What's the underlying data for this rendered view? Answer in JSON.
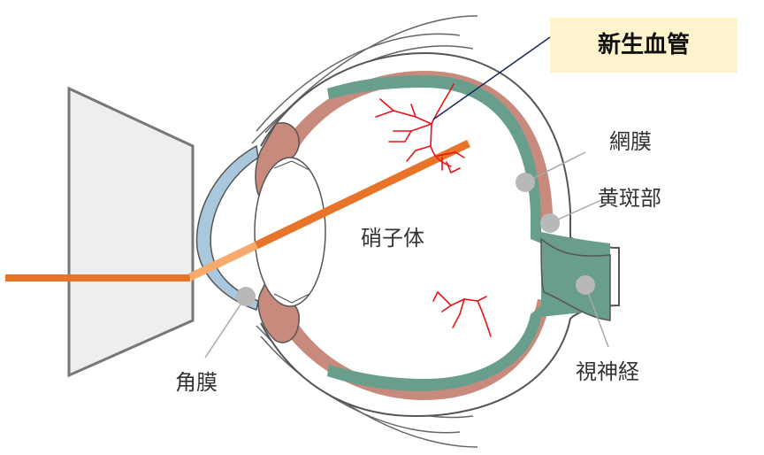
{
  "labels": {
    "neovascular": "新生血管",
    "retina": "網膜",
    "macula": "黄斑部",
    "vitreous": "硝子体",
    "cornea": "角膜",
    "optic_nerve": "視神経"
  },
  "colors": {
    "callout_bg": "#FDF3CC",
    "laser_outer": "#E8742A",
    "laser_inner": "#F6AA6E",
    "sclera_stroke": "#555555",
    "choroid": "#C98A7E",
    "retina_layer": "#6A9E8C",
    "cornea_fill": "#A9C7DD",
    "vessels": "#E8121B",
    "marker": "#B8B8B8",
    "leader": "#A8A8A8",
    "callout_leader": "#1A2A55",
    "contact_lens": "#EEEEEE"
  }
}
